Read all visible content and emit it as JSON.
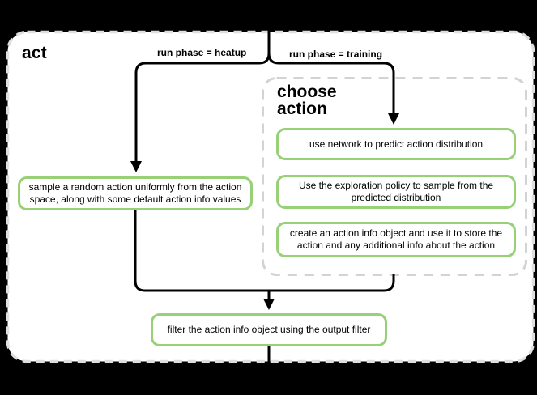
{
  "colors": {
    "background": "#000000",
    "surface": "#ffffff",
    "node_border": "#97d077",
    "edge": "#000000",
    "container_border": "#dfdfdf",
    "group_border": "#d3d3d3",
    "text": "#000000"
  },
  "flowchart": {
    "container_title": "act",
    "edge_labels": {
      "heatup": "run phase = heatup",
      "training": "run phase = training"
    },
    "group_title": "choose\naction",
    "nodes": {
      "sample": "sample a random action uniformly from the action\nspace, along with some default action info values",
      "predict": "use network to predict action distribution",
      "explore": "Use the exploration policy to sample from the\npredicted distribution",
      "create": "create an action info object and use it to store the\naction and any additional info about the action",
      "filter": "filter the action info object using the output filter"
    }
  }
}
